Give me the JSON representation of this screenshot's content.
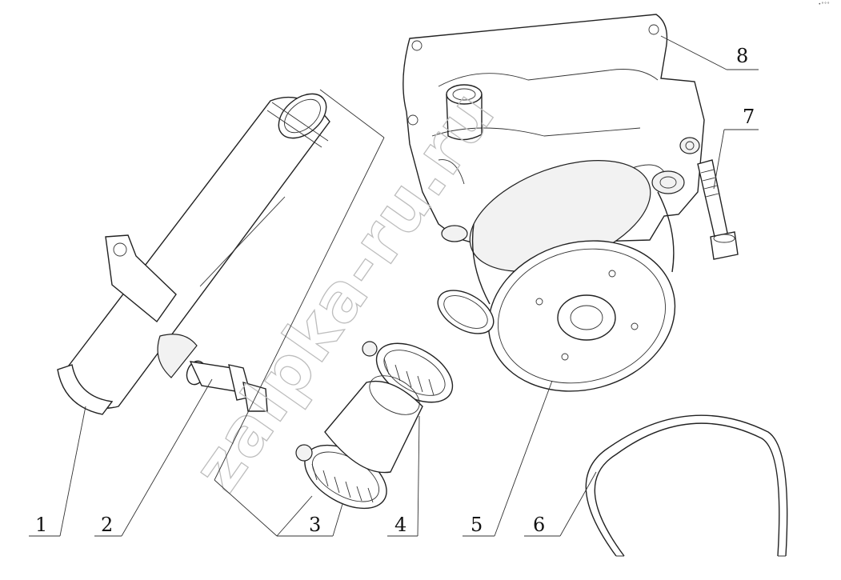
{
  "figure": {
    "callouts": [
      {
        "id": "1",
        "label": "1"
      },
      {
        "id": "2",
        "label": "2"
      },
      {
        "id": "3",
        "label": "3"
      },
      {
        "id": "4",
        "label": "4"
      },
      {
        "id": "5",
        "label": "5"
      },
      {
        "id": "6",
        "label": "6"
      },
      {
        "id": "7",
        "label": "7"
      },
      {
        "id": "8",
        "label": "8"
      }
    ],
    "watermark": "zalpka-ru.ru",
    "corner_mark": "•°°°",
    "colors": {
      "line": "#222222",
      "paper": "#ffffff",
      "watermark": "#bdbdbd"
    }
  }
}
